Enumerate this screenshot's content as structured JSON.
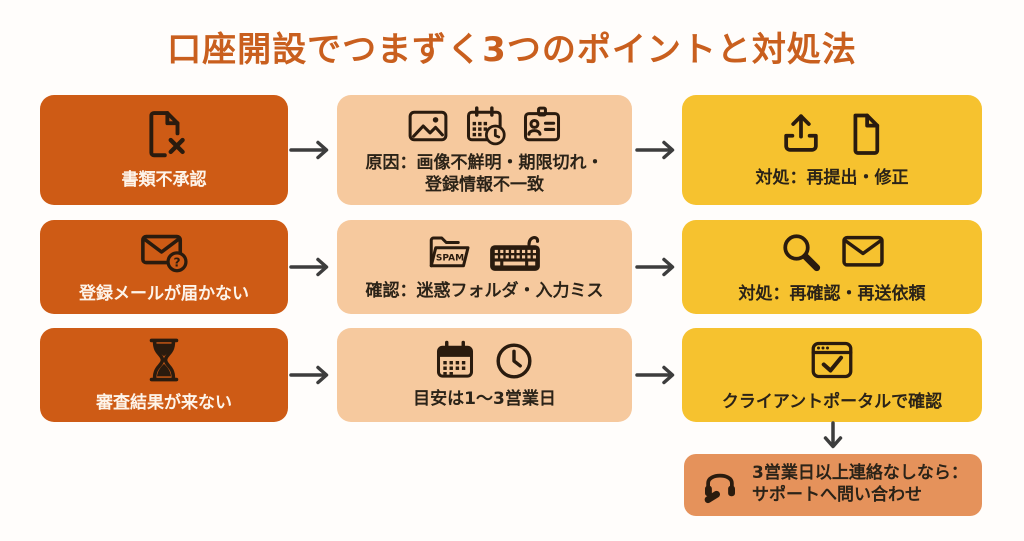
{
  "title": "口座開設でつまずく3つのポイントと対処法",
  "colors": {
    "background": "#FFFDFB",
    "title_text": "#C95F1E",
    "problem_box": "#CE5B15",
    "cause_box": "#F6C99E",
    "solution_box": "#F6C22F",
    "followup_box": "#E5925B",
    "arrow": "#3D3D3D",
    "icon_dark": "#2A1B0E",
    "text_dark": "#2B2318",
    "text_light": "#FDF4EA"
  },
  "rows": [
    {
      "problem": {
        "label": "書類不承認",
        "icon": "document-x-icon"
      },
      "cause": {
        "lines": [
          "原因：画像不鮮明・期限切れ・",
          "登録情報不一致"
        ],
        "icons": [
          "image-icon",
          "calendar-clock-icon",
          "id-card-icon"
        ]
      },
      "solution": {
        "label": "対処：再提出・修正",
        "icons": [
          "upload-icon",
          "document-icon"
        ]
      }
    },
    {
      "problem": {
        "label": "登録メールが届かない",
        "icon": "mail-question-icon"
      },
      "cause": {
        "lines": [
          "確認：迷惑フォルダ・入力ミス"
        ],
        "icons": [
          "spam-folder-icon",
          "keyboard-icon"
        ]
      },
      "solution": {
        "label": "対処：再確認・再送依頼",
        "icons": [
          "magnifier-icon",
          "mail-icon"
        ]
      }
    },
    {
      "problem": {
        "label": "審査結果が来ない",
        "icon": "hourglass-icon"
      },
      "cause": {
        "lines": [
          "目安は1〜3営業日"
        ],
        "icons": [
          "calendar-icon",
          "clock-icon"
        ]
      },
      "solution": {
        "label": "クライアントポータルで確認",
        "icons": [
          "browser-check-icon"
        ]
      }
    }
  ],
  "followup": {
    "lines": [
      "3営業日以上連絡なしなら：",
      "サポートへ問い合わせ"
    ],
    "icon": "headset-icon"
  },
  "icon_glyphs": {
    "question_mark": "?",
    "spam_label": "SPAM"
  }
}
